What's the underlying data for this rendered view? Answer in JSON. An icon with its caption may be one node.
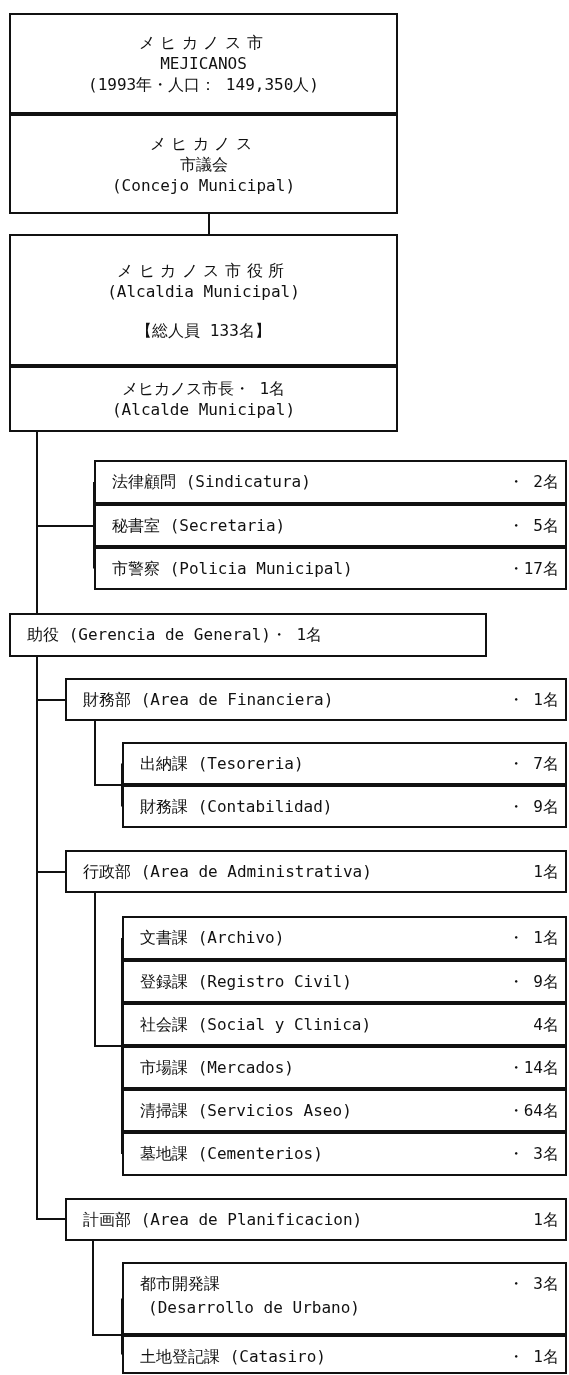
{
  "diagram": {
    "nodes": [
      {
        "text": [
          "メヒカノス市",
          "MEJICANOS",
          "(1993年・人口： 149,350人)"
        ]
      },
      {
        "text": [
          "メヒカノス",
          "市議会",
          "(Concejo Municipal)"
        ]
      },
      {
        "text": [
          "メヒカノス市役所",
          "(Alcaldia Municipal)",
          "【総人員 133名】"
        ]
      },
      {
        "text": [
          "メヒカノス市長・ 1名",
          "(Alcalde Municipal)"
        ]
      },
      {
        "text": [
          "法律顧問 (Sindicatura)",
          "・ 2名"
        ]
      },
      {
        "text": [
          "秘書室 (Secretaria)",
          "・ 5名"
        ]
      },
      {
        "text": [
          "市警察 (Policia Municipal)",
          "・17名"
        ]
      },
      {
        "text": [
          "助役 (Gerencia de General)・ 1名"
        ]
      },
      {
        "text": [
          "財務部 (Area de Financiera)",
          "・ 1名"
        ]
      },
      {
        "text": [
          "出納課 (Tesoreria)",
          "・ 7名"
        ]
      },
      {
        "text": [
          "財務課 (Contabilidad)",
          "・ 9名"
        ]
      },
      {
        "text": [
          "行政部 (Area de Administrativa)",
          "1名"
        ]
      },
      {
        "text": [
          "文書課 (Archivo)",
          "・ 1名"
        ]
      },
      {
        "text": [
          "登録課 (Registro Civil)",
          "・ 9名"
        ]
      },
      {
        "text": [
          "社会課 (Social y Clinica)",
          "4名"
        ]
      },
      {
        "text": [
          "市場課 (Mercados)",
          "・14名"
        ]
      },
      {
        "text": [
          "清掃課 (Servicios Aseo)",
          "・64名"
        ]
      },
      {
        "text": [
          "墓地課 (Cementerios)",
          "・ 3名"
        ]
      },
      {
        "text": [
          "計画部 (Area de Planificacion)",
          "1名"
        ]
      },
      {
        "text": [
          "都市開発課",
          "(Desarrollo de Urbano)",
          "・ 3名"
        ]
      },
      {
        "text": [
          "土地登記課 (Catasiro)",
          "・ 1名"
        ]
      }
    ],
    "edges": [
      {
        "from": 1,
        "to": 2,
        "arrow": "none"
      },
      {
        "from": 3,
        "to": 4,
        "arrow": "none"
      },
      {
        "from": 3,
        "to": 5,
        "arrow": "none"
      },
      {
        "from": 3,
        "to": 6,
        "arrow": "none"
      },
      {
        "from": 3,
        "to": 7,
        "arrow": "none"
      },
      {
        "from": 7,
        "to": 8,
        "arrow": "none"
      },
      {
        "from": 8,
        "to": 9,
        "arrow": "none"
      },
      {
        "from": 8,
        "to": 10,
        "arrow": "none"
      },
      {
        "from": 7,
        "to": 11,
        "arrow": "none"
      },
      {
        "from": 11,
        "to": 12,
        "arrow": "none"
      },
      {
        "from": 11,
        "to": 13,
        "arrow": "none"
      },
      {
        "from": 11,
        "to": 14,
        "arrow": "none"
      },
      {
        "from": 11,
        "to": 15,
        "arrow": "none"
      },
      {
        "from": 11,
        "to": 16,
        "arrow": "none"
      },
      {
        "from": 11,
        "to": 17,
        "arrow": "none"
      },
      {
        "from": 7,
        "to": 18,
        "arrow": "none"
      },
      {
        "from": 18,
        "to": 19,
        "arrow": "none"
      },
      {
        "from": 18,
        "to": 20,
        "arrow": "none"
      }
    ]
  }
}
